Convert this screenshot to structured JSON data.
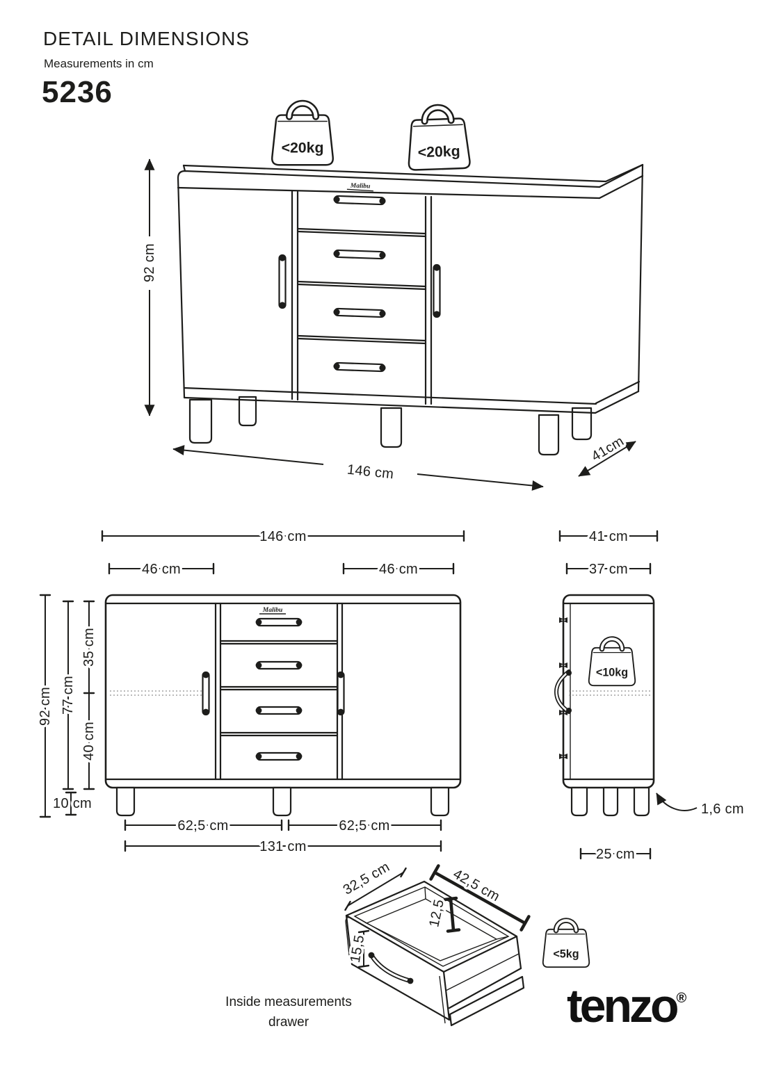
{
  "header": {
    "title": "DETAIL DIMENSIONS",
    "subtitle": "Measurements in cm",
    "model": "5236"
  },
  "brand": {
    "logo": "tenzo",
    "reg": "®",
    "series": "Malibu"
  },
  "perspective": {
    "load_left": "<20kg",
    "load_right": "<20kg",
    "height": "92 cm",
    "width": "146 cm",
    "depth": "41cm"
  },
  "front": {
    "width_total": "146 cm",
    "door_left": "46 cm",
    "door_right": "46 cm",
    "height_total": "92 cm",
    "height_body": "77 cm",
    "section_top": "35 cm",
    "section_bottom": "40 cm",
    "leg_height": "10 cm",
    "leg_span_left": "62,5 cm",
    "leg_span_right": "62,5 cm",
    "leg_span_total": "131 cm"
  },
  "side": {
    "depth_total": "41 cm",
    "depth_body": "37 cm",
    "shelf_load": "<10kg",
    "bottom_thickness": "1,6 cm",
    "leg_span": "25 cm"
  },
  "drawer": {
    "inner_width": "32,5 cm",
    "inner_depth": "42,5 cm",
    "inner_height": "12,5",
    "front_height": "15,5",
    "load": "<5kg",
    "caption_line1": "Inside measurements",
    "caption_line2": "drawer"
  }
}
